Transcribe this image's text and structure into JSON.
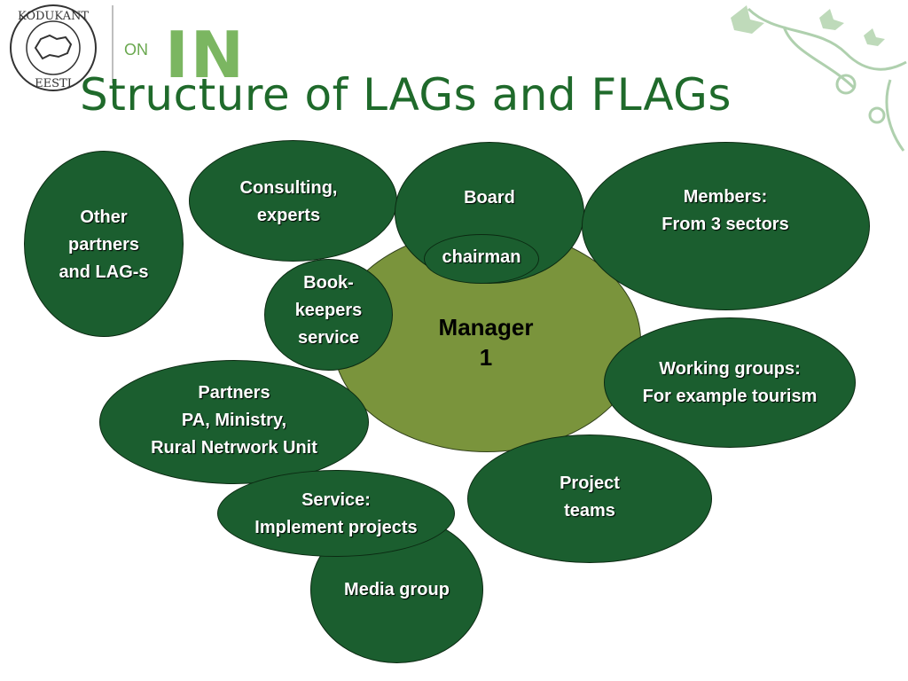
{
  "header": {
    "title": "Structure of LAGs and FLAGs",
    "logo_text_top": "KODUKANT",
    "logo_text_bottom": "EESTI",
    "brand_on": "ON",
    "brand_in": "IN"
  },
  "diagram": {
    "center": "Manager\n1",
    "board": "Board",
    "chairman": "chairman",
    "members": "Members:\nFrom 3 sectors",
    "consulting": "Consulting,\nexperts",
    "other_partners": "Other\npartners\nand LAG-s",
    "bookkeepers": "Book-\nkeepers\nservice",
    "working_groups": "Working groups:\nFor example tourism",
    "partners": "Partners\nPA, Ministry,\nRural Netrwork Unit",
    "project_teams": "Project\nteams",
    "service": "Service:\nImplement projects",
    "media_group": "Media group"
  },
  "colors": {
    "bubble": "#1b5e2f",
    "center": "#7a943c",
    "title": "#1f6a2b"
  }
}
